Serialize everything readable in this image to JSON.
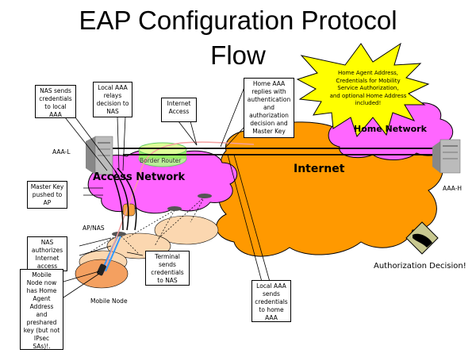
{
  "title": {
    "line1": "EAP Configuration Protocol",
    "line2": "Flow"
  },
  "colors": {
    "access_network": "#ff66ff",
    "home_network": "#ff66ff",
    "internet": "#ff9900",
    "star_burst": "#ffff00",
    "border_router": "#99ee66",
    "pink_path": "#f4a0a0",
    "mobile_cell": "#f4a060",
    "cell": "#fbd7b0",
    "wireless_link": "#3399ff"
  },
  "networks": {
    "access_network": "Access Network",
    "internet": "Internet",
    "home_network": "Home Network"
  },
  "nodes": {
    "aaa_local": "AAA-L",
    "aaa_home": "AAA-H",
    "border_router": "Border Router",
    "ap_nas": "AP/NAS",
    "mobile_node": "Mobile Node",
    "authorization": "Authorization Decision!"
  },
  "callouts": {
    "nas_sends": "NAS sends\ncredentials\nto local\nAAA",
    "local_relays": "Local AAA\nrelays\ndecision to\nNAS",
    "internet_access": "Internet\nAccess",
    "home_replies": "Home AAA\nreplies with\nauthentication\nand\nauthorization\ndecision and\nMaster Key",
    "master_key": "Master Key\npushed to\nAP",
    "nas_authorizes": "NAS\nauthorizes\nInternet\naccess",
    "terminal_sends": "Terminal\nsends\ncredentials\nto NAS",
    "mobile_now": "Mobile\nNode now\nhas Home\nAgent\nAddress\nand\npreshared\nkey (but not\nIPsec\nSAs)!.",
    "local_sends_home": "Local AAA\nsends\ncredentials\nto home\nAAA"
  },
  "star_text": "Home Agent Address,\nCredentials for Mobility\nService Authorization,\nand optional Home Address\nincluded!"
}
